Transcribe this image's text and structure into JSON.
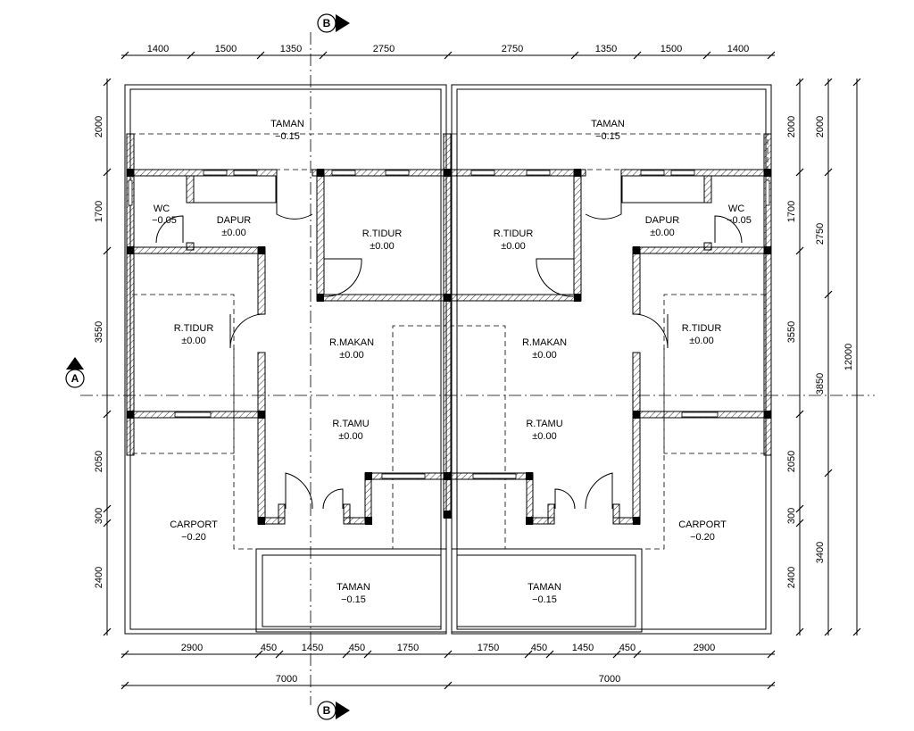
{
  "section_marks": {
    "top": "B",
    "bottom": "B",
    "left": "A"
  },
  "dims": {
    "top": [
      "1400",
      "1500",
      "1350",
      "2750",
      "2750",
      "1350",
      "1500",
      "1400"
    ],
    "bottom1": [
      "2900",
      "450",
      "1450",
      "450",
      "1750",
      "1750",
      "450",
      "1450",
      "450",
      "2900"
    ],
    "bottom2": [
      "7000",
      "7000"
    ],
    "left": [
      "2000",
      "1700",
      "3550",
      "2050",
      "300",
      "2400"
    ],
    "right1": [
      "2000",
      "1700",
      "3550",
      "2050",
      "300",
      "2400"
    ],
    "right2": [
      "2000",
      "2750",
      "3850",
      "3400"
    ],
    "right3": "12000"
  },
  "rooms": {
    "taman_back_l": {
      "name": "TAMAN",
      "level": "−0.15"
    },
    "taman_back_r": {
      "name": "TAMAN",
      "level": "−0.15"
    },
    "wc_l": {
      "name": "WC",
      "level": "−0.05"
    },
    "dapur_l": {
      "name": "DAPUR",
      "level": "±0.00"
    },
    "tidur1_l": {
      "name": "R.TIDUR",
      "level": "±0.00"
    },
    "tidur1_r": {
      "name": "R.TIDUR",
      "level": "±0.00"
    },
    "dapur_r": {
      "name": "DAPUR",
      "level": "±0.00"
    },
    "wc_r": {
      "name": "WC",
      "level": "−0.05"
    },
    "tidur2_l": {
      "name": "R.TIDUR",
      "level": "±0.00"
    },
    "makan_l": {
      "name": "R.MAKAN",
      "level": "±0.00"
    },
    "makan_r": {
      "name": "R.MAKAN",
      "level": "±0.00"
    },
    "tidur2_r": {
      "name": "R.TIDUR",
      "level": "±0.00"
    },
    "tamu_l": {
      "name": "R.TAMU",
      "level": "±0.00"
    },
    "tamu_r": {
      "name": "R.TAMU",
      "level": "±0.00"
    },
    "carport_l": {
      "name": "CARPORT",
      "level": "−0.20"
    },
    "carport_r": {
      "name": "CARPORT",
      "level": "−0.20"
    },
    "taman_front_l": {
      "name": "TAMAN",
      "level": "−0.15"
    },
    "taman_front_r": {
      "name": "TAMAN",
      "level": "−0.15"
    }
  }
}
